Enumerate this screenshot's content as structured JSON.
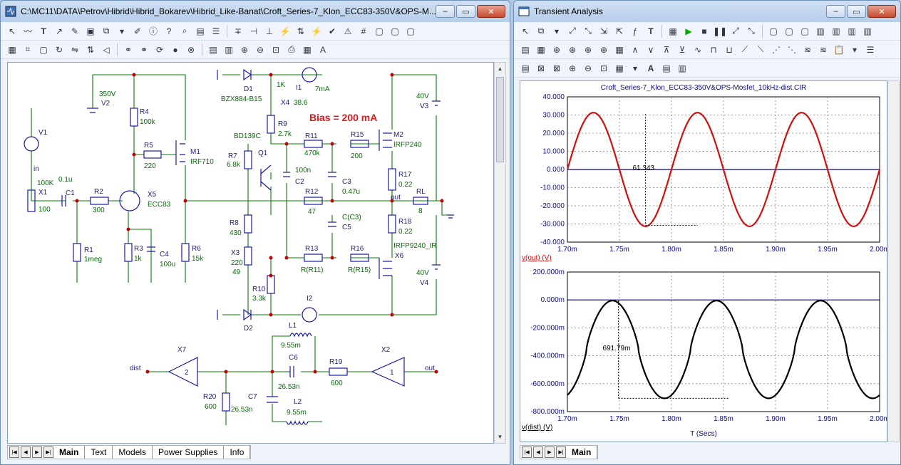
{
  "left_window": {
    "title": "C:\\MC11\\DATA\\Petrov\\Hibrid\\Hibrid_Bokarev\\Hibrid_Like-Banat\\Croft_Series-7_Klon_ECC83-350V&OPS-M...",
    "tabs": [
      {
        "label": "Main"
      },
      {
        "label": "Text"
      },
      {
        "label": "Models"
      },
      {
        "label": "Power Supplies"
      },
      {
        "label": "Info"
      }
    ],
    "schematic": {
      "bias_label": "Bias = 200 mA",
      "components": {
        "V1": "V1",
        "V2": "V2",
        "V2_val": "350V",
        "V3": "V3",
        "V3_val": "40V",
        "V4": "V4",
        "V4_val": "40V",
        "X1": "X1",
        "X1_val": "100K",
        "X1_val2": "100",
        "in": "in",
        "C1": "C1",
        "C1_val": "0.1u",
        "R1": "R1",
        "R1_val": "1meg",
        "R2": "R2",
        "R2_val": "300",
        "R3": "R3",
        "R3_val": "1k",
        "R4": "R4",
        "R4_val": "100k",
        "R5": "R5",
        "R5_val": "220",
        "R6": "R6",
        "R6_val": "15k",
        "C4": "C4",
        "C4_val": "100u",
        "X5": "X5",
        "X5_val": "ECC83",
        "M1": "M1",
        "M1_val": "IRF710",
        "D1": "D1",
        "D1_val": "BZX884-B15",
        "D2": "D2",
        "X4": "X4",
        "X4_val": "1K",
        "X4_val2": "38.6",
        "I1": "I1",
        "I1_val": "7mA",
        "I2": "I2",
        "R9": "R9",
        "R9_val": "2.7k",
        "Q1": "Q1",
        "Q1_val": "BD139C",
        "R7": "R7",
        "R7_val": "6.8k",
        "R8": "R8",
        "R8_val": "430",
        "X3": "X3",
        "X3_val": "220",
        "X3_val2": "49",
        "R10": "R10",
        "R10_val": "3.3k",
        "R11": "R11",
        "R11_val": "470k",
        "R12": "R12",
        "R12_val": "47",
        "R13": "R13",
        "R13_val": "R(R11)",
        "R15": "R15",
        "R15_val": "200",
        "R16": "R16",
        "R16_val": "R(R15)",
        "C2": "C2",
        "C2_val": "100n",
        "C3": "C3",
        "C3_val": "0.47u",
        "C5": "C5",
        "C5_val": "C(C3)",
        "M2": "M2",
        "M2_val": "IRFP240",
        "X6": "X6",
        "X6_val": "IRFP9240_IR",
        "R17": "R17",
        "R17_val": "0.22",
        "R18": "R18",
        "R18_val": "0.22",
        "RL": "RL",
        "RL_val": "8",
        "out": "out",
        "X7": "X7",
        "X7_gain": "2",
        "dist": "dist",
        "X2": "X2",
        "X2_gain": "1",
        "out2": "out",
        "L1": "L1",
        "L1_val": "9.55m",
        "L2": "L2",
        "L2_val": "9.55m",
        "C6": "C6",
        "C6_val": "26.53n",
        "C7": "C7",
        "C7_val": "26.53n",
        "R19": "R19",
        "R19_val": "600",
        "R20": "R20",
        "R20_val": "600"
      }
    }
  },
  "right_window": {
    "title": "Transient Analysis",
    "tabs": [
      {
        "label": "Main"
      }
    ],
    "plot_title": "Croft_Series-7_Klon_ECC83-350V&OPS-Mosfet_10kHz-dist.CIR",
    "x_axis_label": "T (Secs)",
    "colors": {
      "vout": "#d01010",
      "vdist": "#000000",
      "axis_zero": "#0000a0",
      "grid": "#808080"
    }
  },
  "chart_data": [
    {
      "type": "line",
      "series": [
        {
          "name": "v(out) (V)",
          "frequency_hz": 10000,
          "amplitude": 31.3,
          "offset": 0
        }
      ],
      "x_ticks": [
        "1.70m",
        "1.75m",
        "1.80m",
        "1.85m",
        "1.90m",
        "1.95m",
        "2.00m"
      ],
      "xlim": [
        0.0017,
        0.002
      ],
      "y_ticks": [
        "40.000",
        "30.000",
        "20.000",
        "10.000",
        "0.000",
        "-10.000",
        "-20.000",
        "-30.000",
        "-40.000"
      ],
      "ylim": [
        -40,
        40
      ],
      "annotation": "61.343",
      "ylabel": "v(out) (V)",
      "grid": true
    },
    {
      "type": "line",
      "series": [
        {
          "name": "v(dist) (V)",
          "frequency_hz": 10000,
          "min": -705,
          "max": -5
        }
      ],
      "x_ticks": [
        "1.70m",
        "1.75m",
        "1.80m",
        "1.85m",
        "1.90m",
        "1.95m",
        "2.00m"
      ],
      "xlim": [
        0.0017,
        0.002
      ],
      "y_ticks": [
        "200.000m",
        "0.000m",
        "-200.000m",
        "-400.000m",
        "-600.000m",
        "-800.000m"
      ],
      "ylim": [
        200,
        -800
      ],
      "annotation": "691.79m",
      "ylabel": "v(dist) (V)",
      "grid": true
    }
  ]
}
